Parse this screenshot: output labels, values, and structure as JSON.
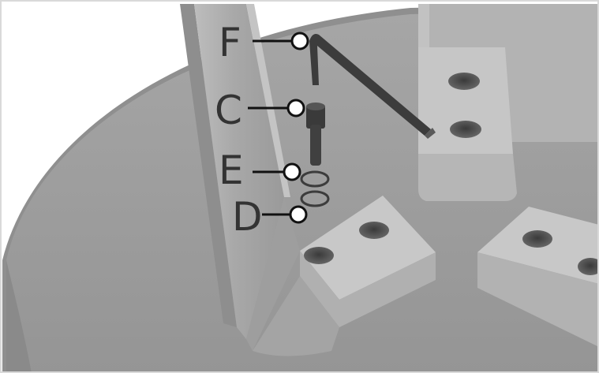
{
  "callouts": [
    {
      "id": "F",
      "label": "F",
      "part": "hex-key"
    },
    {
      "id": "C",
      "label": "C",
      "part": "socket-cap-screw"
    },
    {
      "id": "E",
      "label": "E",
      "part": "upper-washer"
    },
    {
      "id": "D",
      "label": "D",
      "part": "lower-washer"
    }
  ],
  "colors": {
    "background": "#ffffff",
    "frame": "#d9d9d9",
    "base_top": "#9d9d9d",
    "base_side": "#8a8a8a",
    "block_light": "#c9c9c9",
    "block_face": "#b5b5b5",
    "hardware": "#3c3c3c",
    "leader": "#111111",
    "label_text": "#333333"
  }
}
